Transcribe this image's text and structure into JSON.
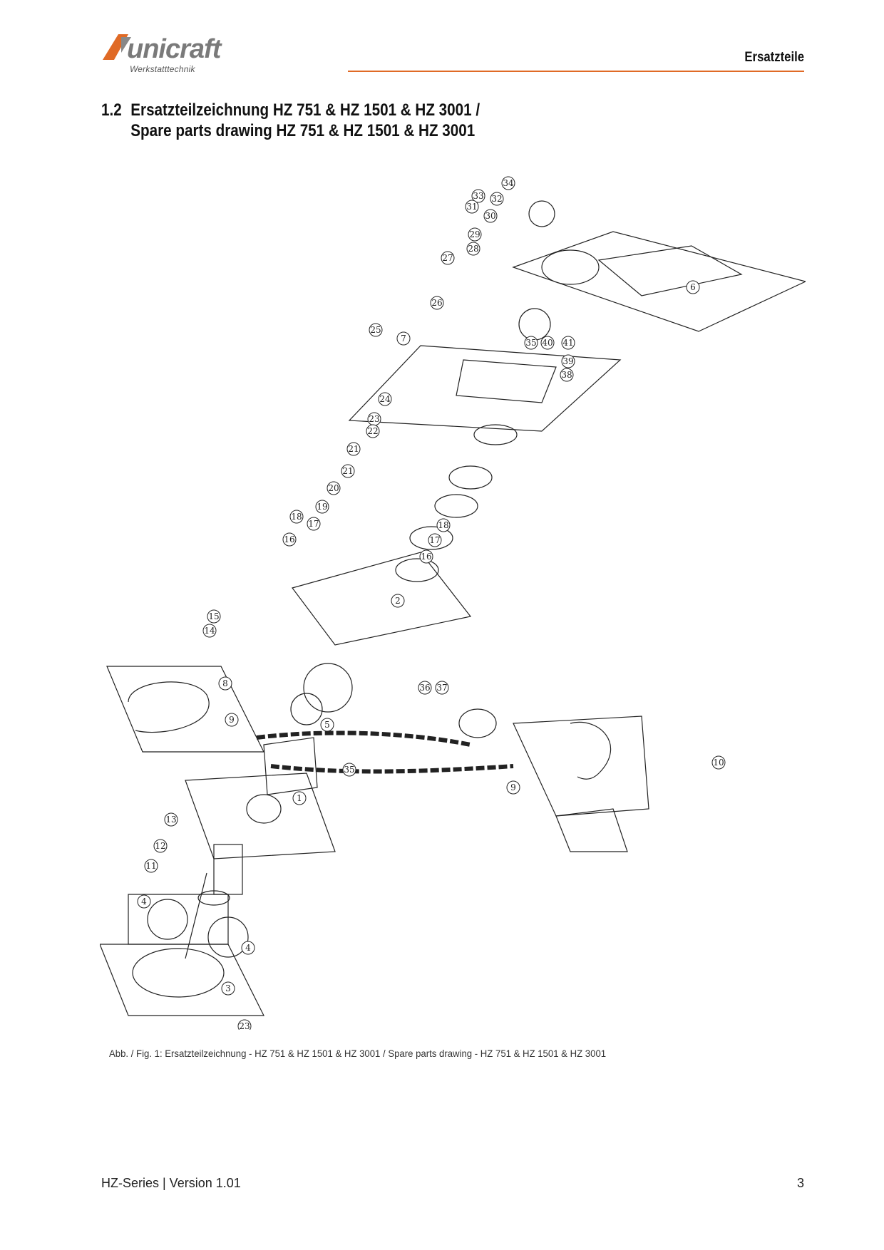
{
  "header": {
    "brand_name": "unicraft",
    "brand_tagline": "Werkstatttechnik",
    "section_label": "Ersatzteile",
    "accent_color": "#e06a26"
  },
  "heading": {
    "number": "1.2",
    "line1": "Ersatzteilzeichnung HZ 751 & HZ 1501 & HZ 3001 /",
    "line2": "Spare parts drawing HZ 751 & HZ 1501 & HZ 3001"
  },
  "drawing": {
    "part_numbers": [
      "34",
      "33",
      "32",
      "31",
      "30",
      "29",
      "28",
      "27",
      "6",
      "26",
      "25",
      "7",
      "35",
      "40",
      "41",
      "39",
      "38",
      "24",
      "23",
      "22",
      "21",
      "21",
      "20",
      "19",
      "18",
      "17",
      "18",
      "17",
      "16",
      "16",
      "2",
      "15",
      "14",
      "8",
      "9",
      "5",
      "36",
      "37",
      "35",
      "10",
      "9",
      "1",
      "13",
      "12",
      "11",
      "4",
      "4",
      "3",
      "23"
    ]
  },
  "caption": "Abb. / Fig. 1: Ersatzteilzeichnung - HZ 751 & HZ 1501 & HZ 3001 / Spare parts drawing - HZ 751 & HZ 1501 & HZ 3001",
  "footer": {
    "series": "HZ-Series | Version 1.01",
    "page_number": "3"
  }
}
